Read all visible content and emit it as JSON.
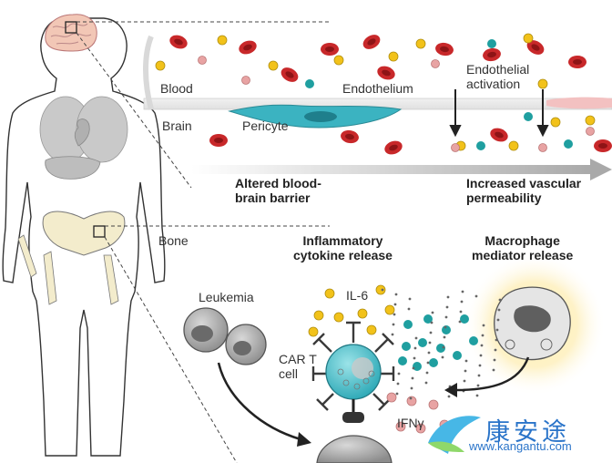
{
  "labels": {
    "blood": "Blood",
    "brain": "Brain",
    "pericyte": "Pericyte",
    "endothelium": "Endothelium",
    "endothelial_activation_1": "Endothelial",
    "endothelial_activation_2": "activation",
    "altered_bbb_1": "Altered blood-",
    "altered_bbb_2": "brain barrier",
    "increased_perm_1": "Increased vascular",
    "increased_perm_2": "permeability",
    "bone": "Bone",
    "inflammatory_1": "Inflammatory",
    "inflammatory_2": "cytokine release",
    "macrophage_1": "Macrophage",
    "macrophage_2": "mediator release",
    "leukemia": "Leukemia",
    "il6": "IL-6",
    "cart_1": "CAR T",
    "cart_2": "cell",
    "ifn": "IFNγ"
  },
  "watermark": {
    "brand": "康安途",
    "url": "www.kangantu.com"
  },
  "colors": {
    "red_cell": "#c8282a",
    "yellow_dot": "#f2c21a",
    "teal_dot": "#1f9fa0",
    "pink_dot": "#e8a3a3",
    "organ_gray": "#c9c9c9",
    "bone_cream": "#f3eccc",
    "brain_pink": "#f2c7b6",
    "vessel_band": "#eaeaea",
    "pericyte": "#3bb3c1"
  }
}
